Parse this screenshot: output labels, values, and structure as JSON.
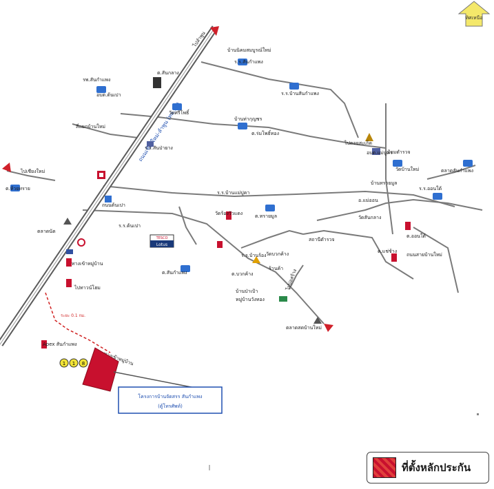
{
  "map": {
    "highway_label": "ถนนเชียงใหม่-ลำพูน (ทล.11)",
    "labels": {
      "l1": "บ้านนิคมสมบูรณ์ใหม่",
      "l2": "ร.ร.สันกำแพง",
      "l3": "รพ.สันกำแพง",
      "l4": "อบต.ต้นเปา",
      "l5": "ต.สันกลาง",
      "l6": "ร.ร.บ้านสันกำแพง",
      "l7": "วัดศรีโพธิ์",
      "l8": "บ้านท่ากุญชร",
      "l9": "ต.ร่มโพธิ์ทอง",
      "l10": "สี่แยกบ้านใหม่",
      "l11": "ร.ร.สันป่ายาง",
      "l12": "ไปลำพูน",
      "l13": "ไปดอยสะเก็ด",
      "l14": "อบต.แม่ปูคา",
      "l15": "ป้อมตำรวจ",
      "l16": "วัดบ้านใหม่",
      "l17": "ตลาดสันกำแพง",
      "l18": "บ้านทรายมูล",
      "l19": "ร.ร.ออนใต้",
      "l20": "อ.แม่ออน",
      "l21": "วัดสันกลาง",
      "l22": "ต.ออนใต้",
      "l23": "ถนนสายบ้านใหม่",
      "l24": "ต.แช่ช้าง",
      "l25": "ร.ร.บ้านแม่ปูคา",
      "l26": "วัดร้องวัวแดง",
      "l27": "ต.ทรายมูล",
      "l28": "ถนนต้นเปา",
      "l29": "ร.ร.ต้นเปา",
      "l30": "ร.ร.บ้านร้อง",
      "l31": "วัดบวกค้าง",
      "l32": "ต.บวกค้าง",
      "l33": "สถานีตำรวจ",
      "l34": "ร้านค้า",
      "l35": "ต.สันกำแพง",
      "l36": "บ้านป่าเป้า",
      "l37": "หมู่บ้านวังทอง",
      "l38": "ไปบ่อสร้าง",
      "l39": "ต.ห้วยทราย",
      "l40": "ไปเชียงใหม่",
      "l41": "ตลาดนัด",
      "l42": "ทางเข้าหมู่บ้าน",
      "l43": "Apex สันกำแพง",
      "l44": "ไปทาวน์โฮม",
      "l45": "ตลาดสดบ้านใหม่"
    },
    "tesco_top": "TESCO",
    "tesco_bottom": "Lotus",
    "distance_label": "ระยะ 0.1 กม.",
    "sign_line1": "โครงการบ้านจัดสรร สันกำแพง",
    "sign_line2": "(ตู้โทรศัพท์)",
    "route_badges": [
      "1",
      "1",
      "8"
    ],
    "north_label": "ทิศเหนือ"
  },
  "legend": {
    "text": "ที่ตั้งหลักประกัน",
    "color": "#c8102e"
  },
  "colors": {
    "road": "#777777",
    "highway": "#8a8a8a",
    "route_blue": "#1f4fb0",
    "collateral": "#c8102e",
    "badge": "#f2e437",
    "north_arrow": "#f4e86a"
  }
}
